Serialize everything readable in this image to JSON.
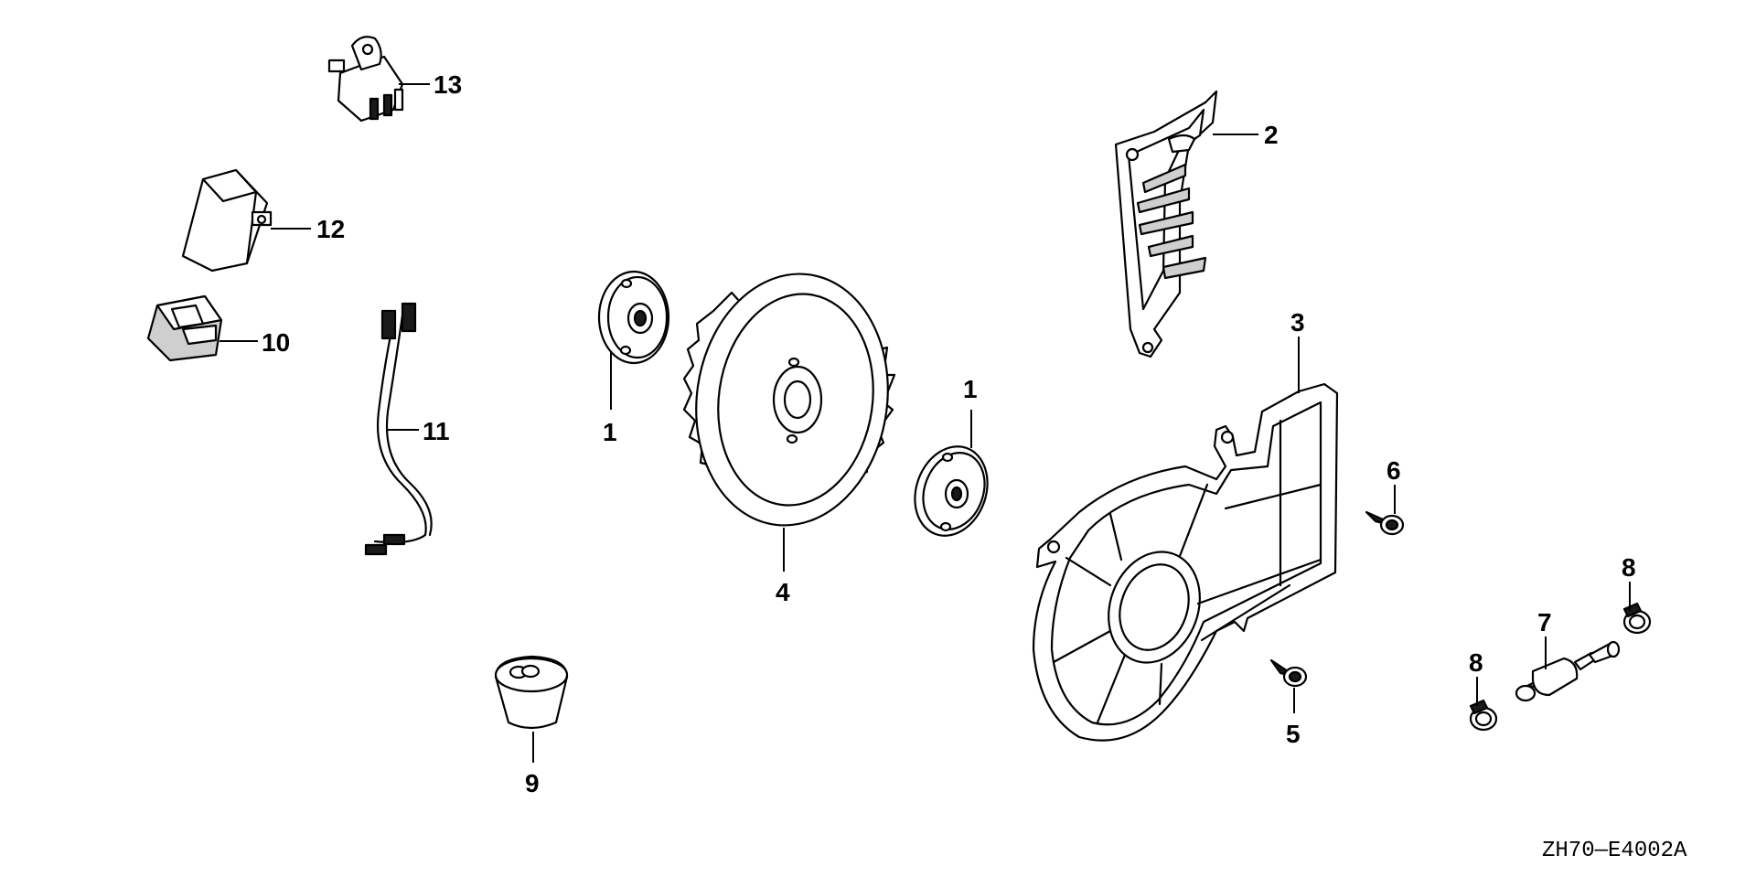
{
  "diagram": {
    "drawing_code": "ZH70—E4002A",
    "callouts": {
      "plate_left": "1",
      "plate_right": "1",
      "shroud_top": "2",
      "fan_cover": "3",
      "flywheel": "4",
      "screw_lower": "5",
      "screw_upper": "6",
      "fitting": "7",
      "clip_right": "8",
      "clip_left": "8",
      "cap": "9",
      "clip_block": "10",
      "wire_harness": "11",
      "module": "12",
      "switch": "13"
    }
  }
}
